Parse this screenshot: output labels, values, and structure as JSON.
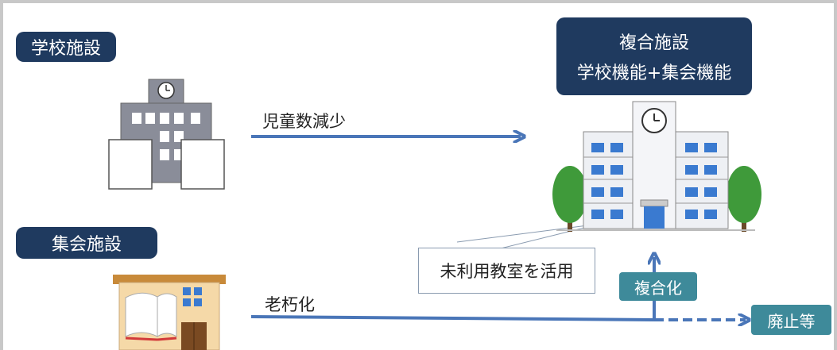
{
  "labels": {
    "school": "学校施設",
    "assembly": "集会施設",
    "complex_title": "複合施設",
    "complex_sub": "学校機能+集会機能",
    "decline": "児童数減少",
    "aging": "老朽化",
    "unused_rooms": "未利用教室を活用",
    "combine": "複合化",
    "abolish": "廃止等"
  },
  "colors": {
    "navy": "#1f3a5f",
    "teal": "#3e8a9a",
    "arrow": "#4a76b8"
  },
  "icons": {
    "school_building": "school-building-icon",
    "complex_building": "complex-building-icon",
    "assembly_hall": "assembly-hall-icon"
  }
}
